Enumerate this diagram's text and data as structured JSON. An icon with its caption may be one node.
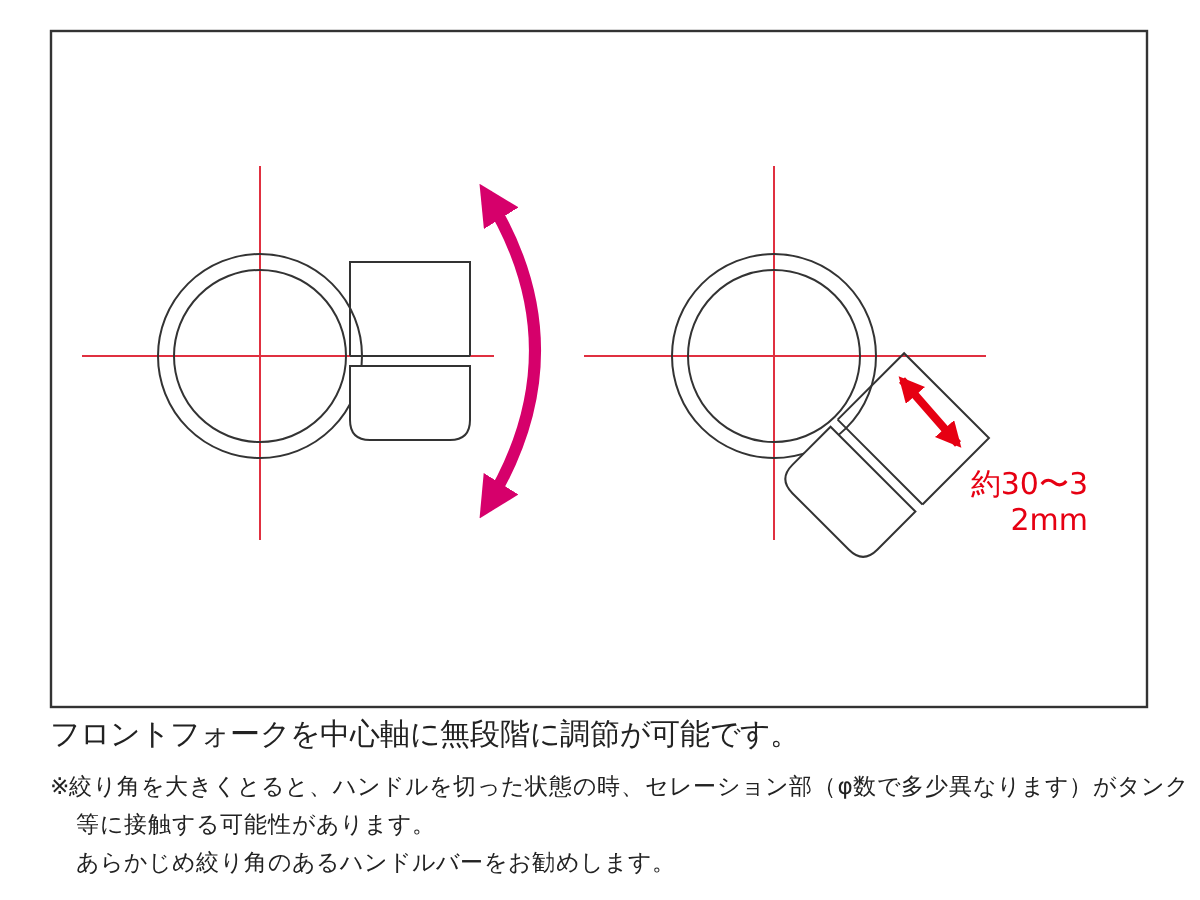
{
  "diagram": {
    "caption": "フロントフォークを中心軸に無段階に調節が可能です。",
    "labels": [
      "約30〜32mm",
      "※絞り角を大きくとると、ハンドルを切った状態の時、セレーション部（φ数で多少異なります）がタンク等に接触する可能性があります。",
      "あらかじめ絞り角のあるハンドルバーをお勧めします。"
    ]
  }
}
